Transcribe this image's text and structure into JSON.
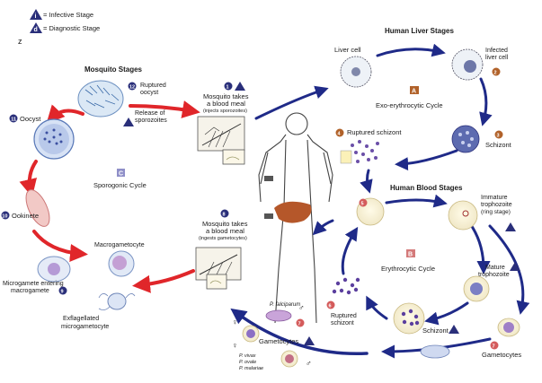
{
  "legend": {
    "infective_symbol": "i",
    "infective_label": "= Infective Stage",
    "diagnostic_symbol": "d",
    "diagnostic_label": "= Diagnostic Stage",
    "stray_letter": "z"
  },
  "sections": {
    "mosquito": "Mosquito Stages",
    "human_liver": "Human Liver Stages",
    "human_blood": "Human Blood Stages"
  },
  "cycles": {
    "sporogonic": {
      "letter": "C",
      "label": "Sporogonic Cycle"
    },
    "exo": {
      "letter": "A",
      "label": "Exo-erythrocytic Cycle"
    },
    "erythrocytic": {
      "letter": "B",
      "label": "Erythrocytic Cycle"
    }
  },
  "steps": {
    "s1": {
      "num": "1",
      "line1": "Mosquito takes",
      "line2": "a blood meal",
      "line3": "(injects sporozoites)"
    },
    "s2": {
      "num": "2",
      "line1": "Infected",
      "line2": "liver cell"
    },
    "s2b": {
      "line1": "Liver cell"
    },
    "s3": {
      "num": "3",
      "line1": "Schizont"
    },
    "s4": {
      "num": "4",
      "line1": "Ruptured schizont"
    },
    "s5": {
      "num": "5"
    },
    "s6": {
      "num": "6",
      "line1": "Immature",
      "line2": "trophozoite",
      "line3": "(ring stage)"
    },
    "s6b": {
      "line1": "Mature",
      "line2": "trophozoite"
    },
    "s7": {
      "num": "7",
      "line1": "Gametocytes"
    },
    "s7b": {
      "line1": "Schizont"
    },
    "s7c": {
      "line1": "Ruptured",
      "line2": "schizont"
    },
    "s8": {
      "num": "8",
      "line1": "Mosquito takes",
      "line2": "a blood meal",
      "line3": "(ingests gametocytes)"
    },
    "s9": {
      "num": "9",
      "line1": "Microgamete entering",
      "line2": "macrogamete"
    },
    "s9b": {
      "line1": "Macrogametocyte"
    },
    "s9c": {
      "line1": "Exflagellated",
      "line2": "microgametocyte"
    },
    "s10": {
      "num": "10",
      "line1": "Ookinete"
    },
    "s11": {
      "num": "11",
      "line1": "Oocyst"
    },
    "s12": {
      "num": "12",
      "line1": "Ruptured",
      "line2": "oocyst"
    },
    "s12b": {
      "line1": "Release of",
      "line2": "sporozoites"
    },
    "s7d": {
      "line1": "Gametocytes"
    },
    "species": {
      "falciparum": "P. falciparum",
      "vivax": "P. vivax",
      "ovale": "P. ovale",
      "malariae": "P. malariae"
    }
  },
  "colors": {
    "blue_arrow": "#1f2a88",
    "red_arrow": "#e0262a",
    "navy_badge": "#2a2f7a",
    "orange_badge": "#b1622a",
    "liver": "#b5572a"
  }
}
